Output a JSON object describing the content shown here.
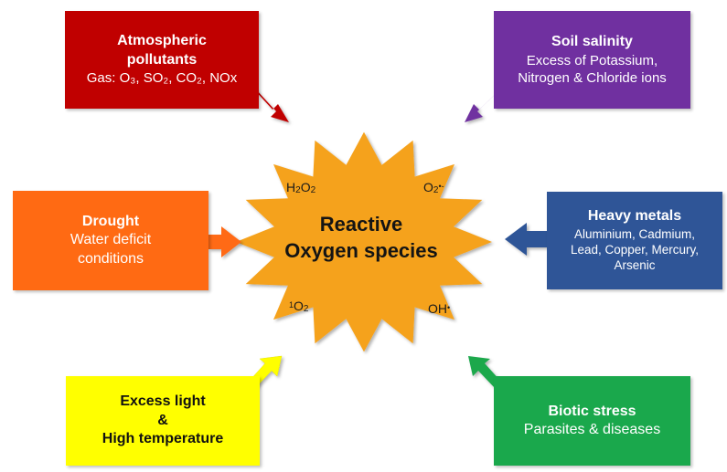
{
  "colors": {
    "atmospheric": "#c00000",
    "soil": "#7030a0",
    "drought": "#ff6a13",
    "heavy_metals": "#2f5597",
    "excess_light": "#ffff00",
    "biotic": "#1aa84c",
    "star": "#f5a21e"
  },
  "center": {
    "line1": "Reactive",
    "line2": "Oxygen species"
  },
  "species": {
    "h2o2": {
      "a": "H",
      "sub1": "2",
      "b": "O",
      "sub2": "2"
    },
    "superoxide": {
      "a": "O",
      "sub1": "2",
      "sup": "•-"
    },
    "singlet": {
      "sup": "1",
      "a": "O",
      "sub1": "2"
    },
    "hydroxyl": {
      "a": "OH",
      "sup": "•"
    }
  },
  "boxes": {
    "atmospheric": {
      "title_line1": "Atmospheric",
      "title_line2": "pollutants",
      "gas_line": "Gas: O₃, SO₂, CO₂, NOx"
    },
    "soil": {
      "title": "Soil salinity",
      "line1": "Excess of Potassium,",
      "line2": "Nitrogen & Chloride ions"
    },
    "drought": {
      "title": "Drought",
      "line1": "Water deficit",
      "line2": "conditions"
    },
    "heavy_metals": {
      "title": "Heavy metals",
      "line1": "Aluminium, Cadmium,",
      "line2": "Lead, Copper, Mercury,",
      "line3": "Arsenic"
    },
    "excess_light": {
      "line1": "Excess light",
      "line2": "&",
      "line3": "High temperature"
    },
    "biotic": {
      "title": "Biotic stress",
      "line1": "Parasites & diseases"
    }
  }
}
